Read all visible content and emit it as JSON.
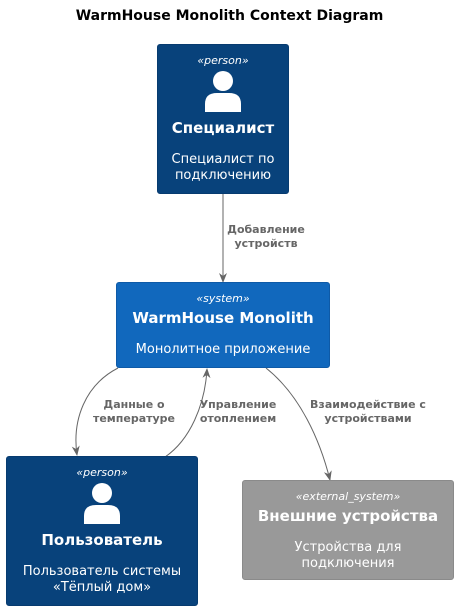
{
  "diagram": {
    "title": "WarmHouse Monolith Context Diagram",
    "nodes": {
      "specialist": {
        "stereotype": "«person»",
        "name": "Специалист",
        "desc_line1": "Специалист по",
        "desc_line2": "подключению",
        "icon": "person-icon"
      },
      "monolith": {
        "stereotype": "«system»",
        "name": "WarmHouse Monolith",
        "desc_line1": "Монолитное приложение"
      },
      "user": {
        "stereotype": "«person»",
        "name": "Пользователь",
        "desc_line1": "Пользователь системы",
        "desc_line2": "«Тёплый дом»",
        "icon": "person-icon"
      },
      "devices": {
        "stereotype": "«external_system»",
        "name": "Внешние устройства",
        "desc_line1": "Устройства для",
        "desc_line2": "подключения"
      }
    },
    "edges": {
      "add_devices": {
        "line1": "Добавление",
        "line2": "устройств"
      },
      "temp_data": {
        "line1": "Данные о",
        "line2": "температуре"
      },
      "heating_control": {
        "line1": "Управление",
        "line2": "отоплением"
      },
      "device_interaction": {
        "line1": "Взаимодействие с",
        "line2": "устройствами"
      }
    },
    "colors": {
      "person": "#08427b",
      "system": "#1168bd",
      "external": "#999999",
      "edge": "#666666"
    }
  }
}
